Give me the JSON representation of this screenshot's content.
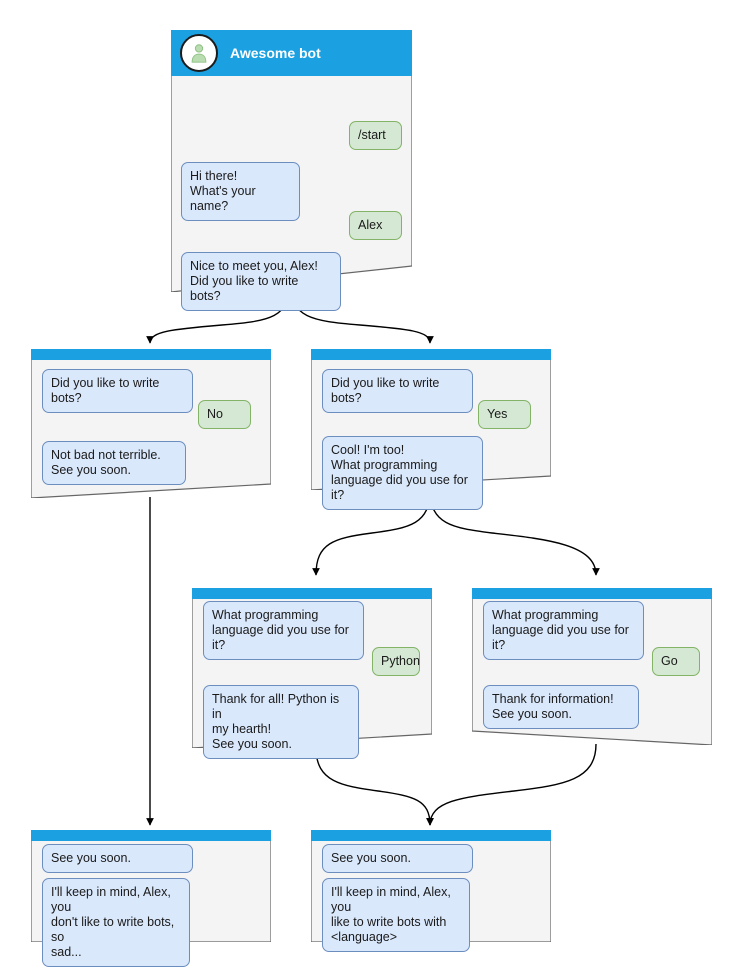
{
  "diagram": {
    "title": "Awesome bot conversation flow",
    "colors": {
      "header_blue": "#1ba1e2",
      "bot_bubble_fill": "#dae8fc",
      "bot_bubble_stroke": "#6c8ebf",
      "user_bubble_fill": "#d5e8d4",
      "user_bubble_stroke": "#82b366",
      "card_fill": "#f4f4f4",
      "card_stroke": "#666666",
      "edge_stroke": "#000000",
      "avatar_fill": "#ffffff",
      "avatar_person": "#b9dcb0"
    },
    "icons": {
      "avatar": "user-avatar-icon"
    }
  },
  "cards": [
    {
      "id": "root",
      "header_type": "tall",
      "bot_name": "Awesome bot",
      "messages": [
        {
          "side": "user",
          "text": "/start"
        },
        {
          "side": "bot",
          "text": "Hi there!\nWhat's your name?"
        },
        {
          "side": "user",
          "text": "Alex"
        },
        {
          "side": "bot",
          "text": "Nice to meet you, Alex!\nDid you like to write bots?"
        }
      ]
    },
    {
      "id": "no-branch",
      "header_type": "thin",
      "messages": [
        {
          "side": "bot",
          "text": "Did you like to write bots?"
        },
        {
          "side": "user",
          "text": "No"
        },
        {
          "side": "bot",
          "text": "Not bad not terrible.\nSee you soon."
        }
      ]
    },
    {
      "id": "yes-branch",
      "header_type": "thin",
      "messages": [
        {
          "side": "bot",
          "text": "Did you like to write bots?"
        },
        {
          "side": "user",
          "text": "Yes"
        },
        {
          "side": "bot",
          "text": "Cool! I'm too!\nWhat programming\nlanguage did you use for it?"
        }
      ]
    },
    {
      "id": "python-branch",
      "header_type": "thin",
      "messages": [
        {
          "side": "bot",
          "text": "What programming\nlanguage did you use for it?"
        },
        {
          "side": "user",
          "text": "Python"
        },
        {
          "side": "bot",
          "text": "Thank for all! Python is in\nmy hearth!\nSee you soon."
        }
      ]
    },
    {
      "id": "go-branch",
      "header_type": "thin",
      "messages": [
        {
          "side": "bot",
          "text": "What programming\nlanguage did you use for it?"
        },
        {
          "side": "user",
          "text": "Go"
        },
        {
          "side": "bot",
          "text": "Thank for information!\nSee you soon."
        }
      ]
    },
    {
      "id": "end-sad",
      "header_type": "thin",
      "messages": [
        {
          "side": "bot",
          "text": "See you soon."
        },
        {
          "side": "bot",
          "text": "I'll keep in mind, Alex, you\ndon't like to write bots, so\nsad..."
        }
      ]
    },
    {
      "id": "end-happy",
      "header_type": "thin",
      "messages": [
        {
          "side": "bot",
          "text": "See you soon."
        },
        {
          "side": "bot",
          "text": "I'll keep in mind, Alex, you\nlike to write bots with\n<language>"
        }
      ]
    }
  ]
}
